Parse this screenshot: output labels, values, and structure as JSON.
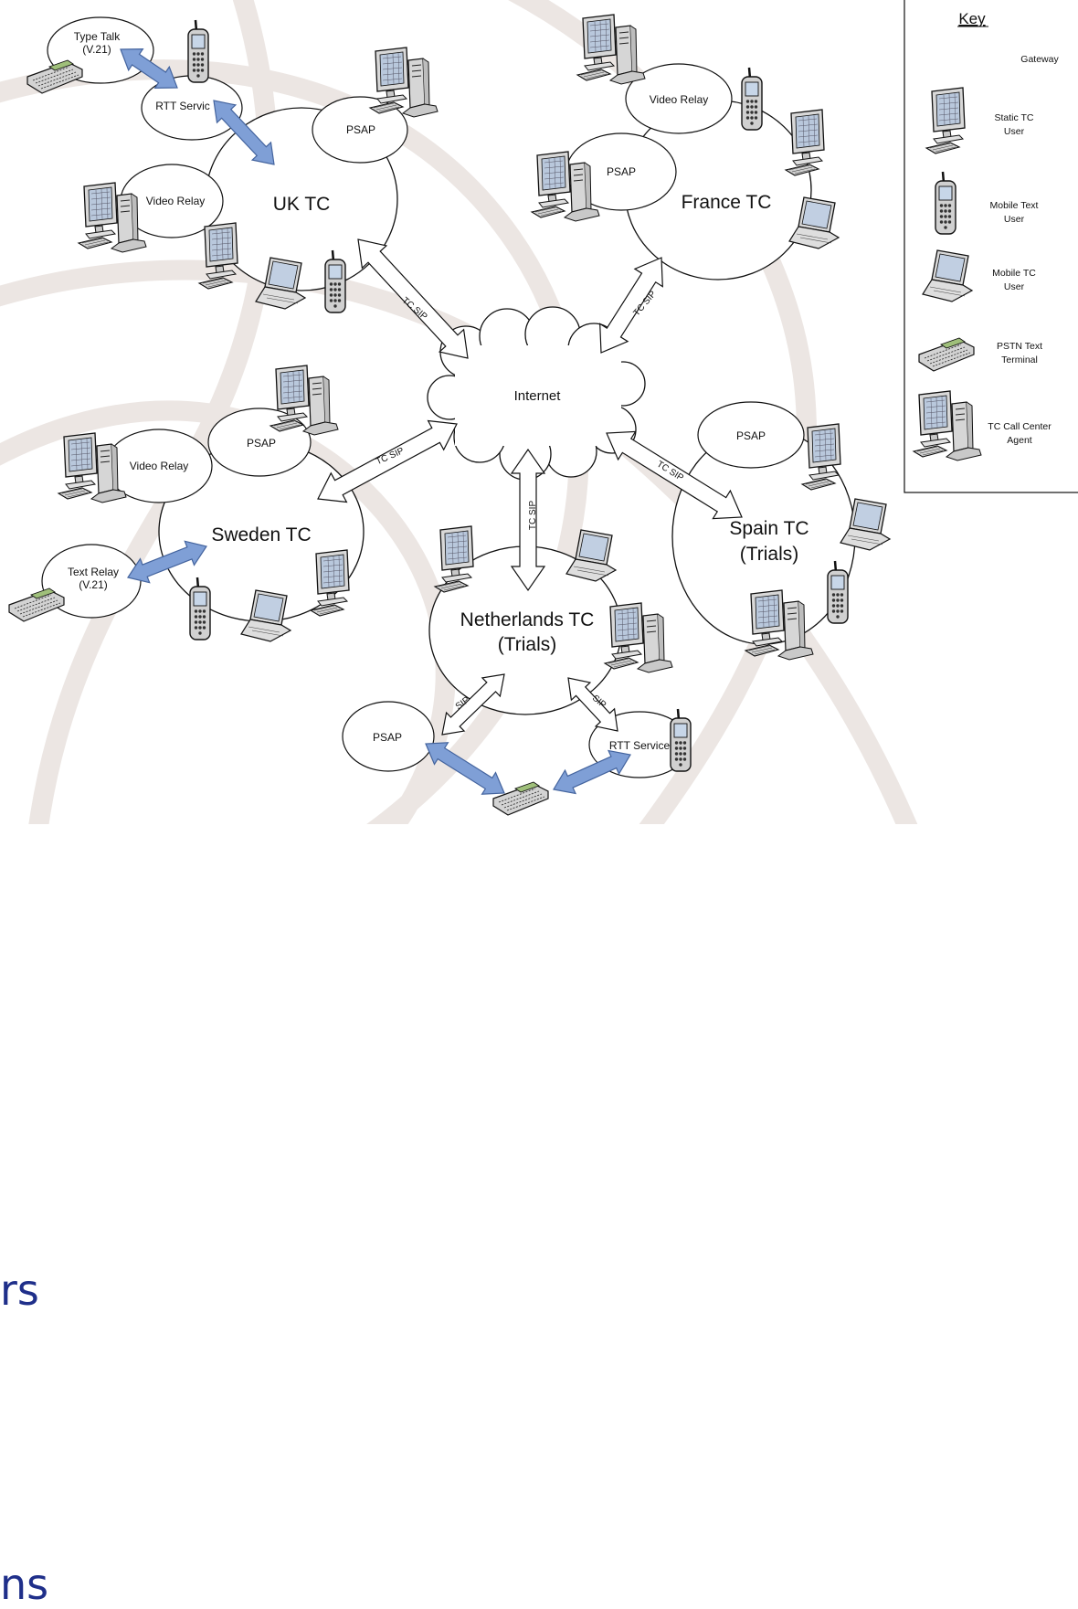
{
  "slide_edge_text": [
    "rs",
    "ns"
  ],
  "tc_networks": {
    "uk": "UK TC",
    "france": "France TC",
    "sweden": "Sweden TC",
    "spain": [
      "Spain TC",
      "(Trials)"
    ],
    "netherlands": [
      "Netherlands TC",
      "(Trials)"
    ]
  },
  "internet": "Internet",
  "services": {
    "type_talk": [
      "Type Talk",
      "(V.21)"
    ],
    "rtt_uk": "RTT Servic",
    "psap": "PSAP",
    "video_relay": "Video Relay",
    "text_relay": [
      "Text Relay",
      "(V.21)"
    ],
    "rtt_nl": "RTT Service"
  },
  "links": {
    "tc_sip": "TC SIP",
    "sip": "SIP"
  },
  "key": {
    "title": "Key",
    "gateway": "Gateway",
    "static_tc": [
      "Static TC",
      "User"
    ],
    "mobile_text": [
      "Mobile Text",
      "User"
    ],
    "mobile_tc": [
      "Mobile TC",
      "User"
    ],
    "pstn": [
      "PSTN Text",
      "Terminal"
    ],
    "agent": [
      "TC Call Center",
      "Agent"
    ]
  },
  "colors": {
    "gateway_arrow": "#7f9fd6",
    "gateway_stroke": "#44649e",
    "slide_text": "#1f2f8a",
    "watermark": "#ece6e3"
  }
}
